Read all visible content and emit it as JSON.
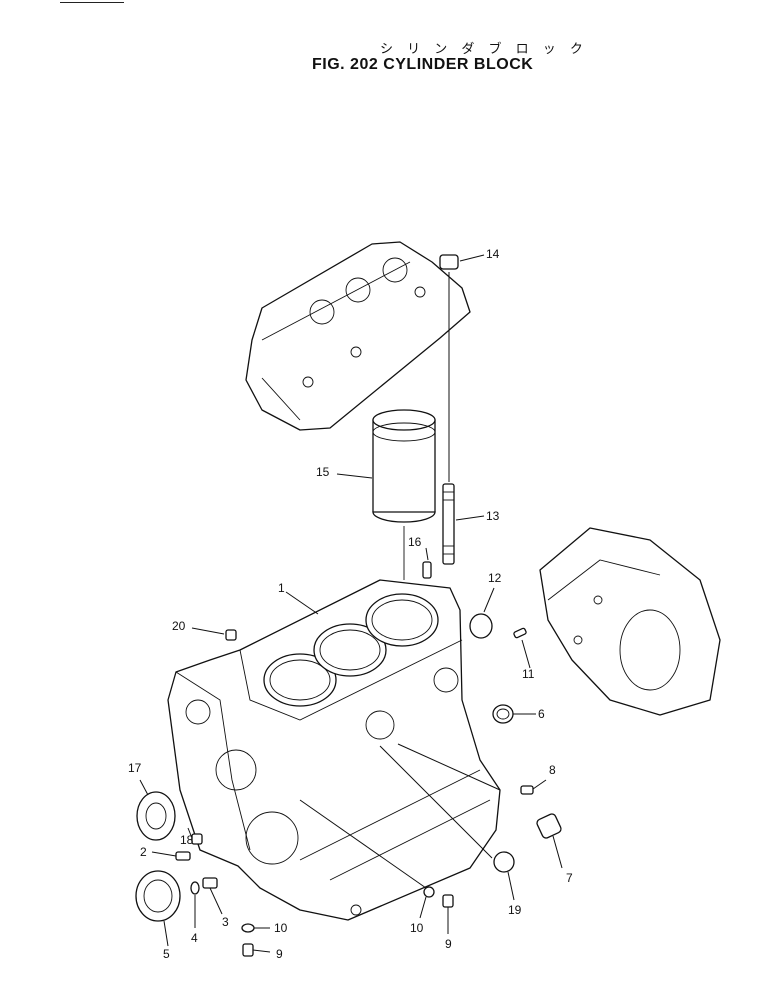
{
  "header": {
    "title_jp": "シ リ ン ダ ブ ロ ッ ク",
    "title_en": "FIG. 202  CYLINDER BLOCK"
  },
  "callouts": {
    "c1": "1",
    "c2": "2",
    "c3": "3",
    "c4": "4",
    "c5": "5",
    "c6": "6",
    "c7": "7",
    "c8": "8",
    "c9a": "9",
    "c9b": "9",
    "c10a": "10",
    "c10b": "10",
    "c11": "11",
    "c12": "12",
    "c13": "13",
    "c14": "14",
    "c15": "15",
    "c16": "16",
    "c17": "17",
    "c18": "18",
    "c19": "19",
    "c20": "20"
  }
}
